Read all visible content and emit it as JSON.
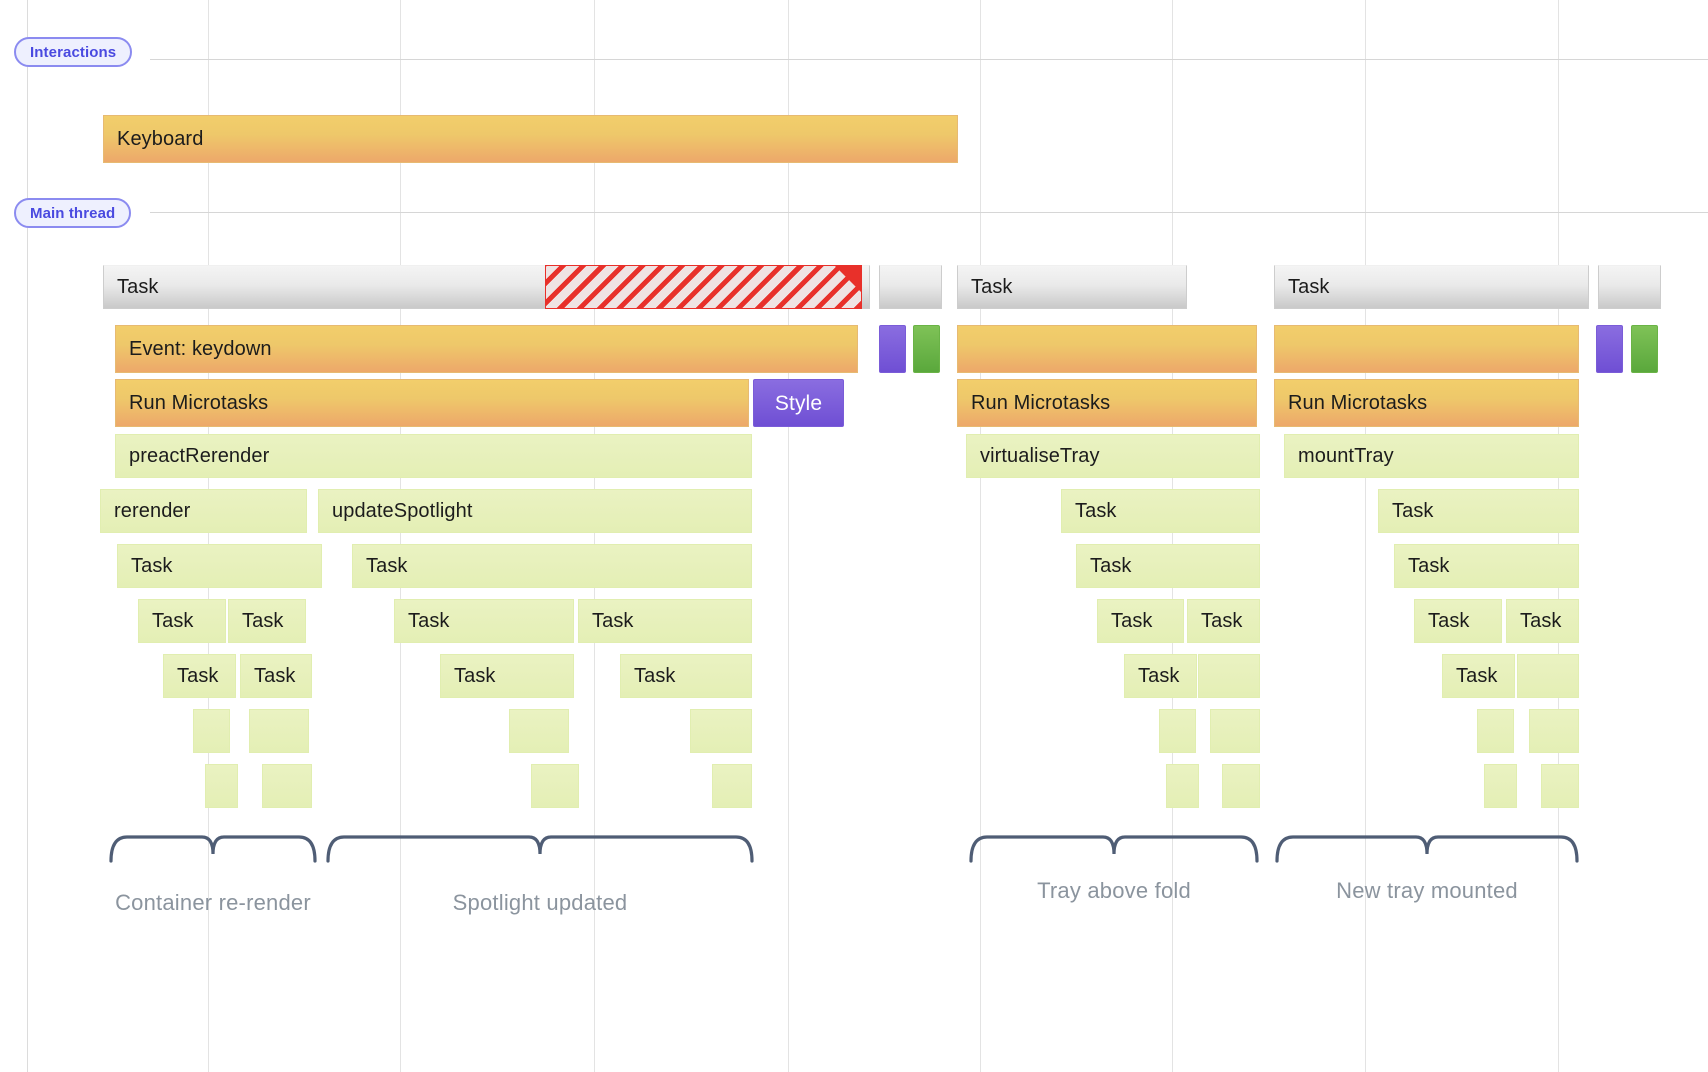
{
  "meta": {
    "view": "performance-flame-chart",
    "colors": {
      "gridline": "#e3e3e3",
      "track_badge_border": "#8b8bf0",
      "track_badge_bg": "#eef0fe",
      "track_badge_text": "#4a4ae0",
      "task_gray": "#eaeaea",
      "event_orange": "#eda86a",
      "js_frame_green": "#e4efb5",
      "style_purple": "#6f4fd4",
      "paint_green": "#5aa83c",
      "long_task_red": "#e8302a",
      "annotation_stroke": "#4f5d75",
      "annotation_label": "#8b949e"
    }
  },
  "tracks": [
    {
      "name": "interactions",
      "label": "Interactions"
    },
    {
      "name": "main-thread",
      "label": "Main thread"
    }
  ],
  "interactions": {
    "entries": [
      {
        "label": "Keyboard",
        "type": "orange"
      }
    ]
  },
  "annotations": [
    {
      "label": "Container re-render"
    },
    {
      "label": "Spotlight updated"
    },
    {
      "label": "Tray above fold"
    },
    {
      "label": "New tray mounted"
    }
  ],
  "flame": {
    "groups": [
      {
        "name": "group-keydown",
        "rows": [
          {
            "label": "Task",
            "type": "task"
          },
          {
            "label": "Event: keydown",
            "type": "orange"
          },
          {
            "label": "Run Microtasks",
            "type": "orange"
          },
          {
            "label": "preactRerender",
            "type": "green"
          },
          {
            "label": "rerender",
            "type": "green"
          },
          {
            "label": "updateSpotlight",
            "type": "green"
          },
          {
            "label": "Style",
            "type": "purple"
          },
          {
            "label": "Task",
            "type": "green"
          }
        ]
      },
      {
        "name": "group-virtualise-tray",
        "rows": [
          {
            "label": "Task",
            "type": "task"
          },
          {
            "label": "",
            "type": "orange"
          },
          {
            "label": "Run Microtasks",
            "type": "orange"
          },
          {
            "label": "virtualiseTray",
            "type": "green"
          },
          {
            "label": "Task",
            "type": "green"
          }
        ]
      },
      {
        "name": "group-mount-tray",
        "rows": [
          {
            "label": "Task",
            "type": "task"
          },
          {
            "label": "",
            "type": "orange"
          },
          {
            "label": "Run Microtasks",
            "type": "orange"
          },
          {
            "label": "mountTray",
            "type": "green"
          },
          {
            "label": "Task",
            "type": "green"
          }
        ]
      }
    ],
    "labels": {
      "task": "Task",
      "event_keydown": "Event: keydown",
      "run_microtasks": "Run Microtasks",
      "preact_rerender": "preactRerender",
      "rerender": "rerender",
      "update_spotlight": "updateSpotlight",
      "style": "Style",
      "virtualise_tray": "virtualiseTray",
      "mount_tray": "mountTray",
      "empty": ""
    }
  }
}
